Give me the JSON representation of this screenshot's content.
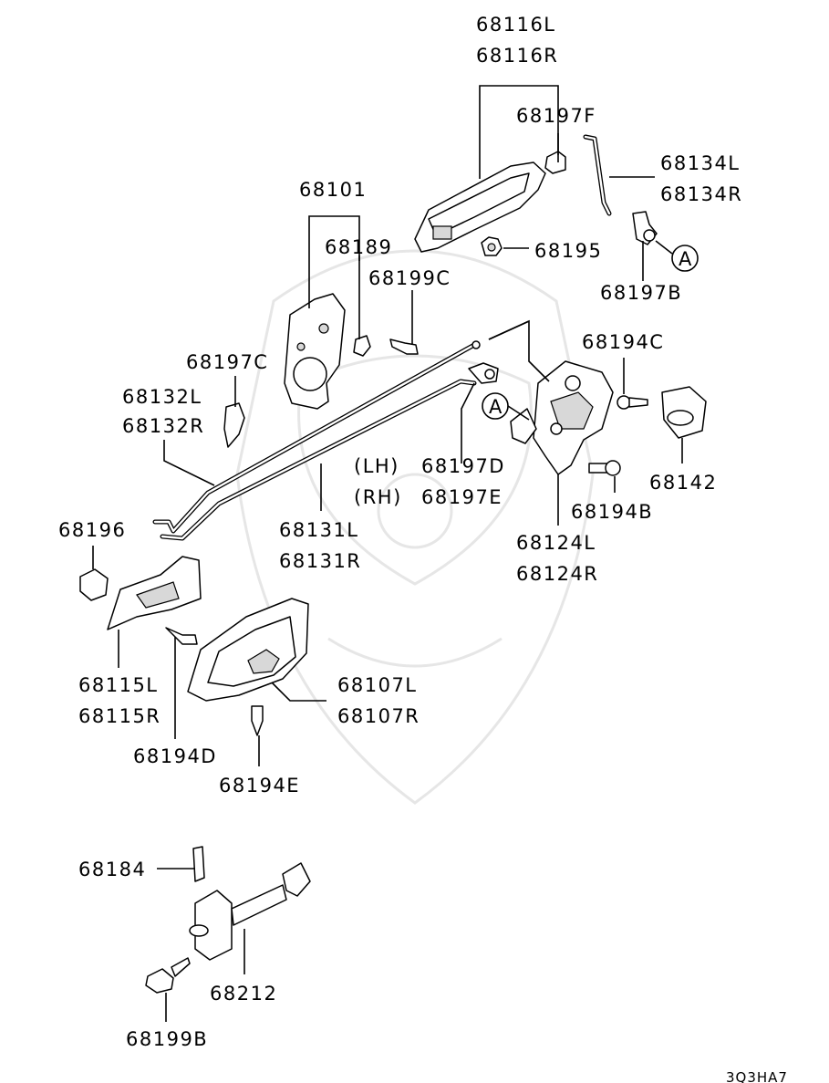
{
  "labels": {
    "p68116L": "68116L",
    "p68116R": "68116R",
    "p68197F": "68197F",
    "p68134L": "68134L",
    "p68134R": "68134R",
    "p68101": "68101",
    "p68189": "68189",
    "p68195": "68195",
    "p68199C": "68199C",
    "p68197B": "68197B",
    "p68197C": "68197C",
    "p68194C": "68194C",
    "p68132L": "68132L",
    "p68132R": "68132R",
    "lh": "(LH)",
    "rh": "(RH)",
    "p68197D": "68197D",
    "p68197E": "68197E",
    "p68142": "68142",
    "p68194B": "68194B",
    "p68196": "68196",
    "p68131L": "68131L",
    "p68131R": "68131R",
    "p68124L": "68124L",
    "p68124R": "68124R",
    "p68115L": "68115L",
    "p68115R": "68115R",
    "p68107L": "68107L",
    "p68107R": "68107R",
    "p68194D": "68194D",
    "p68194E": "68194E",
    "p68184": "68184",
    "p68212": "68212",
    "p68199B": "68199B",
    "ref_a1": "A",
    "ref_a2": "A",
    "code": "3Q3HA7"
  }
}
